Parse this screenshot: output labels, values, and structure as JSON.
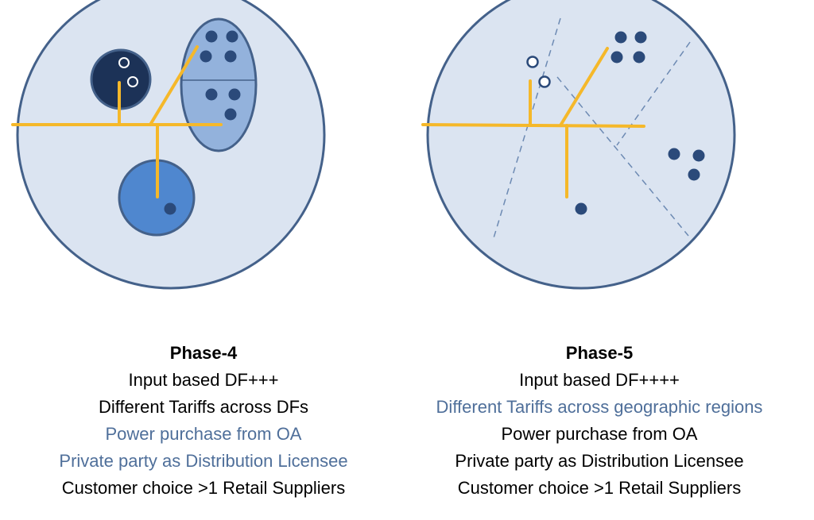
{
  "colors": {
    "circle_fill": "#dbe4f1",
    "circle_stroke": "#44618a",
    "line": "#f5b82a",
    "dot": "#2b4a7a",
    "dark_node": "#1c3257",
    "mid_node": "#4f87cf",
    "oval_node": "#93b2dc",
    "highlight_text": "#4f6f9a"
  },
  "phase4": {
    "title": "Phase-4",
    "lines": [
      "Input based DF+++",
      "Different Tariffs across DFs",
      "Power purchase from OA",
      "Private party as Distribution Licensee",
      "Customer choice >1 Retail Suppliers"
    ]
  },
  "phase5": {
    "title": "Phase-5",
    "lines": [
      "Input based DF++++",
      "Different Tariffs across geographic regions",
      "Power purchase from OA",
      "Private party as Distribution Licensee",
      "Customer choice >1 Retail Suppliers"
    ]
  }
}
